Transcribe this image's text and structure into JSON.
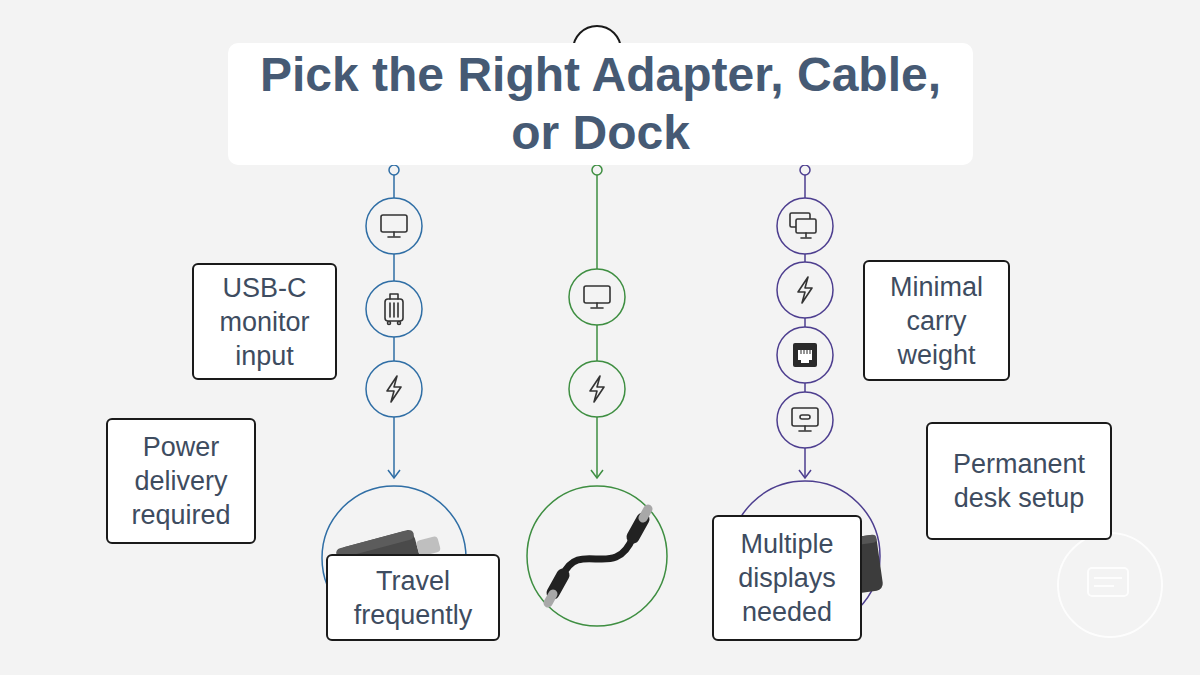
{
  "diagram": {
    "title": "Pick the Right Adapter, Cable, or Dock",
    "nodes": [
      {
        "text": [
          "USB-C monitor input"
        ]
      },
      {
        "text": [
          "Minimal carry weight"
        ]
      },
      {
        "text": [
          "Power delivery required"
        ]
      },
      {
        "text": [
          "Permanent desk setup"
        ]
      },
      {
        "text": [
          "Multiple displays needed"
        ]
      },
      {
        "text": [
          "Travel frequently"
        ]
      }
    ]
  }
}
